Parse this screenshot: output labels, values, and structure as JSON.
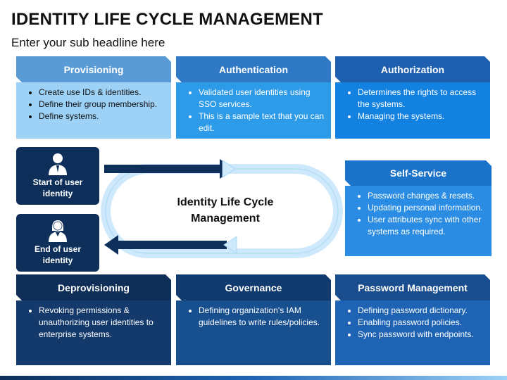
{
  "title": "IDENTITY LIFE CYCLE MANAGEMENT",
  "subtitle": "Enter your sub headline here",
  "center_label": [
    "Identity Life Cycle",
    "Management"
  ],
  "start_identity": [
    "Start of user",
    "identity"
  ],
  "end_identity": [
    "End of user",
    "identity"
  ],
  "cards": {
    "provisioning": {
      "title": "Provisioning",
      "items": [
        "Create use IDs & identities.",
        "Define their group membership.",
        "Define systems."
      ]
    },
    "authentication": {
      "title": "Authentication",
      "items": [
        "Validated user identities using SSO services.",
        "This is a sample text that you can edit."
      ]
    },
    "authorization": {
      "title": "Authorization",
      "items": [
        "Determines the rights to access the systems.",
        "Managing the systems."
      ]
    },
    "self_service": {
      "title": "Self-Service",
      "items": [
        "Password changes & resets.",
        "Updating personal information.",
        "User attributes sync with other systems as required."
      ]
    },
    "deprovisioning": {
      "title": "Deprovisioning",
      "items": [
        "Revoking permissions & unauthorizing user identities to enterprise systems."
      ]
    },
    "governance": {
      "title": "Governance",
      "items": [
        "Defining organization’s IAM guidelines to write rules/policies."
      ]
    },
    "password_management": {
      "title": "Password Management",
      "items": [
        "Defining password dictionary.",
        "Enabling password policies.",
        "Sync password with endpoints."
      ]
    }
  },
  "colors": {
    "dark_navy": "#0d2f5a",
    "light_blue": "#9dd1f6",
    "mid_blue": "#2e9be8",
    "loop": "#cde9fb"
  },
  "icons": [
    "male-user-icon",
    "female-user-icon"
  ]
}
